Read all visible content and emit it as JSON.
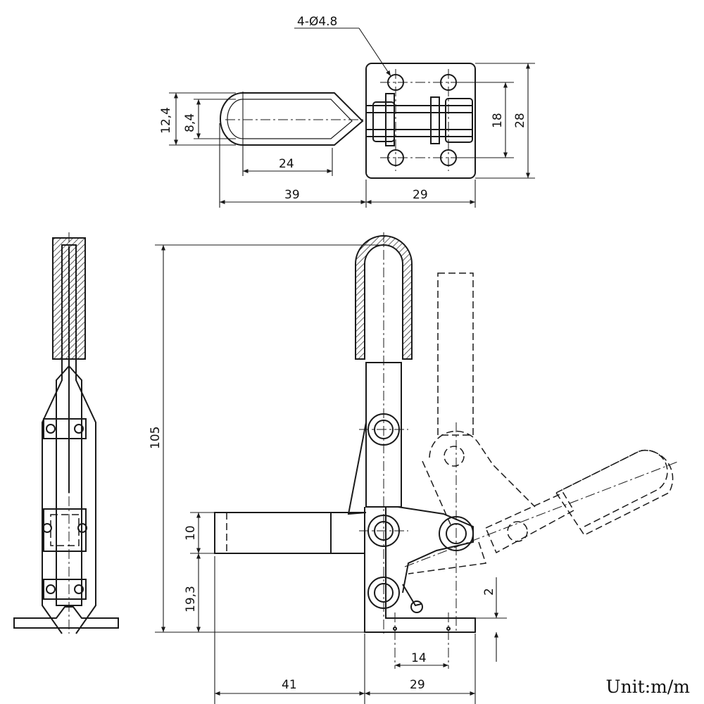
{
  "top_view": {
    "hole_callout": "4-Ø4.8",
    "dim_12_4": "12,4",
    "dim_8_4": "8,4",
    "dim_24": "24",
    "dim_39": "39",
    "dim_29": "29",
    "dim_18": "18",
    "dim_28": "28"
  },
  "front_view": {
    "dim_105": "105",
    "dim_10": "10",
    "dim_19_3": "19,3",
    "dim_2": "2",
    "dim_14": "14",
    "dim_41": "41",
    "dim_29": "29"
  },
  "unit_label": "Unit:m/m"
}
